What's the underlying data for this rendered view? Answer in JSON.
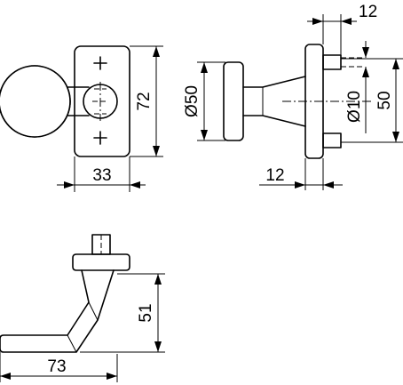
{
  "dimensions": {
    "front_width": "33",
    "front_height": "72",
    "side_pin_length": "12",
    "side_pin_diameter": "Ø10",
    "side_rose_height": "50",
    "side_knob_diameter": "Ø50",
    "side_plate_depth": "12",
    "lever_height": "51",
    "lever_length": "73"
  }
}
